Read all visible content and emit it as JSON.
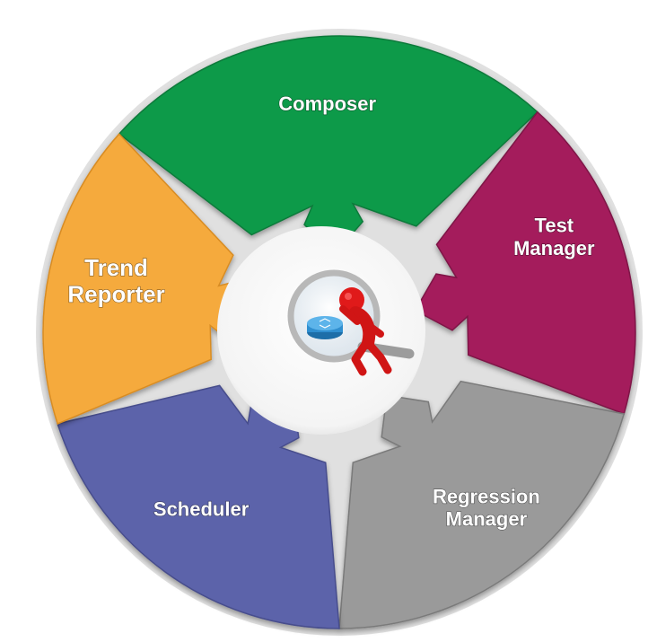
{
  "segments": [
    {
      "id": "composer",
      "lines": [
        "Composer"
      ],
      "color": "#0e9a4a",
      "shade": "#0a7a3a"
    },
    {
      "id": "test-manager",
      "lines": [
        "Test",
        "Manager"
      ],
      "color": "#a41d5c",
      "shade": "#7e1446"
    },
    {
      "id": "regression-manager",
      "lines": [
        "Regression",
        "Manager"
      ],
      "color": "#9a9a9a",
      "shade": "#7a7a7a"
    },
    {
      "id": "scheduler",
      "lines": [
        "Scheduler"
      ],
      "color": "#5c63aa",
      "shade": "#474d8c"
    },
    {
      "id": "trend-reporter",
      "lines": [
        "Trend",
        "Reporter"
      ],
      "color": "#f5aa3e",
      "shade": "#d88c24"
    }
  ],
  "center": {
    "icon": "magnifier-figure-icon",
    "bg_color": "#ffffff",
    "figure_color": "#e01a1a",
    "puck_color": "#2f8fd0"
  }
}
